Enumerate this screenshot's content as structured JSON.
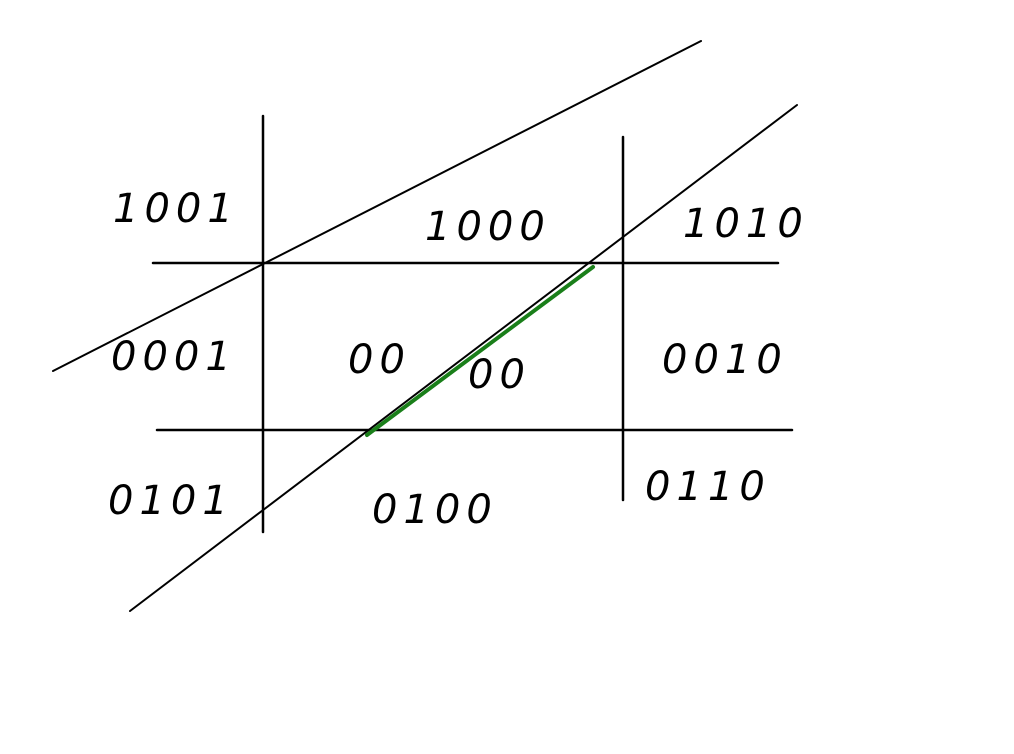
{
  "colors": {
    "background": "#ffffff",
    "ink": "#000000",
    "clipped_segment": "#1a7f1a"
  },
  "region_codes": {
    "top_left": "1001",
    "top_center": "1000",
    "top_right": "1010",
    "middle_left": "0001",
    "center_a": "00",
    "center_b": "00",
    "middle_right": "0010",
    "bottom_left": "0101",
    "bottom_center": "0100",
    "bottom_right": "0110"
  }
}
